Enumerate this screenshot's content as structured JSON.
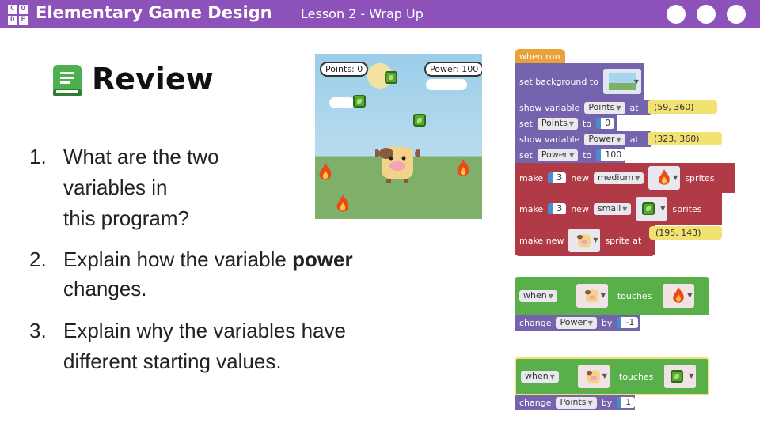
{
  "header": {
    "logo_letters": [
      "C",
      "O",
      "D",
      "E"
    ],
    "brand": "Elementary Game Design",
    "lesson": "Lesson 2 - Wrap Up"
  },
  "review": {
    "title": "Review",
    "icon": "book-icon"
  },
  "questions": [
    {
      "num": "1.",
      "lines": [
        "What are the two",
        "variables in",
        "this program?"
      ]
    },
    {
      "num": "2.",
      "pre": "Explain how the variable ",
      "bold": "power",
      "line2": "changes."
    },
    {
      "num": "3.",
      "lines": [
        "Explain why the variables have",
        "different starting values."
      ]
    }
  ],
  "game": {
    "points_label": "Points: 0",
    "power_label": "Power: 100"
  },
  "blocks": {
    "when_run": "when run",
    "set_background": "set background to",
    "show_variable": "show variable",
    "at": "at",
    "set": "set",
    "to": "to",
    "points_var": "Points",
    "power_var": "Power",
    "points_coord": "(59, 360)",
    "power_coord": "(323, 360)",
    "points_start": "0",
    "power_start": "100",
    "make": "make",
    "new": "new",
    "sprites": "sprites",
    "count_fire": "3",
    "size_fire": "medium",
    "count_leaf": "3",
    "size_leaf": "small",
    "make_new": "make new",
    "sprite_at": "sprite at",
    "cow_coord": "(195, 143)",
    "when": "when",
    "touches": "touches",
    "change": "change",
    "by": "by",
    "power_change": "-1",
    "points_change": "1"
  },
  "colors": {
    "header": "#8c52ba",
    "hat_block": "#e9a23a",
    "variable_block": "#7563ad",
    "sprite_block": "#b03a45",
    "event_block": "#59b04a",
    "coord_field": "#f2e271",
    "book_icon": "#4caf50"
  }
}
